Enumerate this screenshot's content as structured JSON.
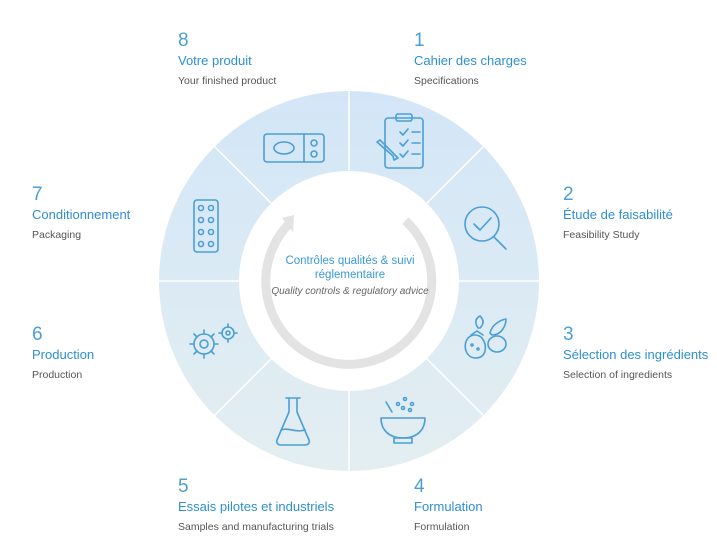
{
  "center": {
    "title_fr": "Contrôles qualités & suivi réglementaire",
    "title_en": "Quality controls & regulatory advice"
  },
  "steps": [
    {
      "number": "1",
      "title": "Cahier des charges",
      "subtitle": "Specifications",
      "icon": "clipboard-checklist-icon"
    },
    {
      "number": "2",
      "title": "Étude de faisabilité",
      "subtitle": "Feasibility Study",
      "icon": "magnifier-check-icon"
    },
    {
      "number": "3",
      "title": "Sélection des ingrédients",
      "subtitle": "Selection of ingredients",
      "icon": "fruits-leaves-icon"
    },
    {
      "number": "4",
      "title": "Formulation",
      "subtitle": "Formulation",
      "icon": "mortar-pestle-icon"
    },
    {
      "number": "5",
      "title": "Essais pilotes et industriels",
      "subtitle": "Samples and manufacturing trials",
      "icon": "flask-icon"
    },
    {
      "number": "6",
      "title": "Production",
      "subtitle": "Production",
      "icon": "gears-icon"
    },
    {
      "number": "7",
      "title": "Conditionnement",
      "subtitle": "Packaging",
      "icon": "blister-pack-icon"
    },
    {
      "number": "8",
      "title": "Votre produit",
      "subtitle": "Your finished product",
      "icon": "product-box-icon"
    }
  ],
  "colors": {
    "ring_top": "#d6e8f7",
    "ring_bottom": "#e2edf1",
    "icon_stroke": "#4a9fd6",
    "accent_text": "#2e8fd0",
    "arc_grey": "#e3e3e3"
  }
}
